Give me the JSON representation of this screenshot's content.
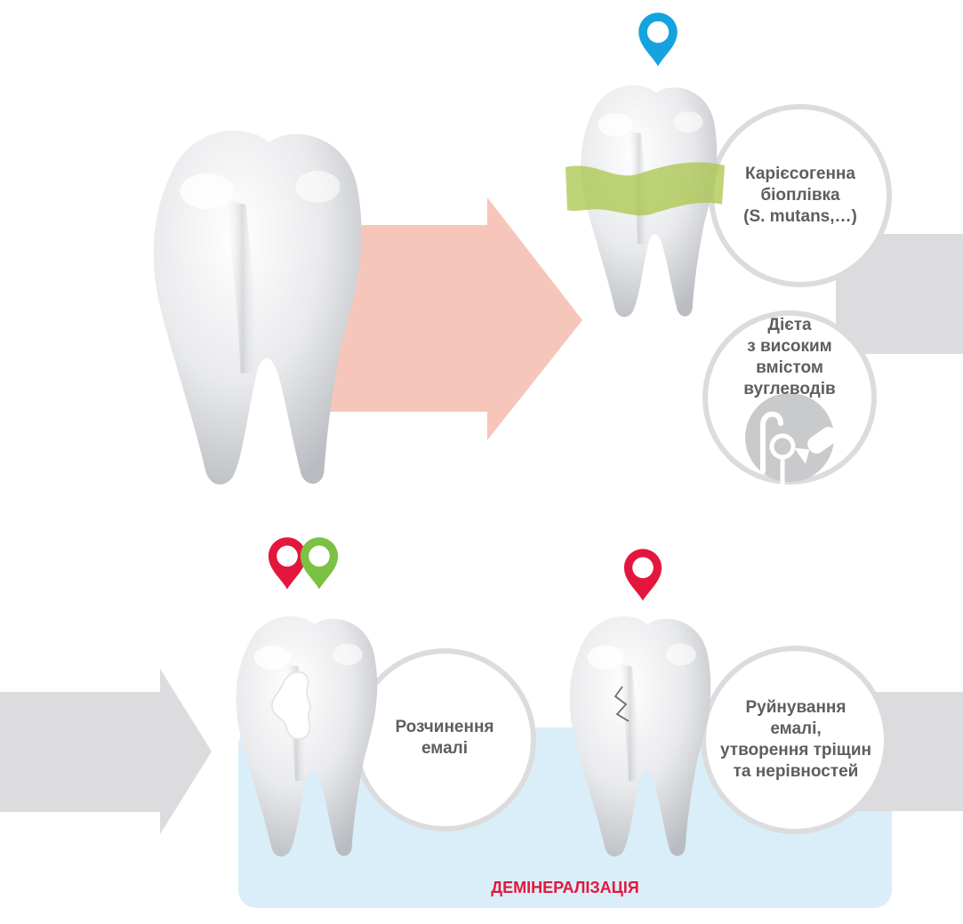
{
  "colors": {
    "arrow_pink": "#f7c6bb",
    "arrow_gray": "#dcdcde",
    "band_blue": "#d9eef8",
    "pin_blue": "#14a3df",
    "pin_red": "#e3173e",
    "pin_green": "#7bc143",
    "biofilm_green": "#a9c44a",
    "text_gray": "#5e5e60",
    "label_red": "#e3173e"
  },
  "stages": {
    "biofilm": {
      "label": "Карієсогенна\nбіоплівка\n(S. mutans,…)",
      "pin": "blue-pin-icon"
    },
    "diet": {
      "label": "Дієта\nз високим\nвмістом вуглеводів",
      "icon": "candy-icon"
    },
    "dissolution": {
      "label": "Розчинення\nемалі",
      "pins": [
        "red-pin-icon",
        "green-pin-icon"
      ]
    },
    "destruction": {
      "label": "Руйнування\nемалі,\nутворення тріщин\nта нерівностей",
      "pin": "red-pin-icon"
    }
  },
  "band": {
    "label": "ДЕМІНЕРАЛІЗАЦІЯ"
  }
}
